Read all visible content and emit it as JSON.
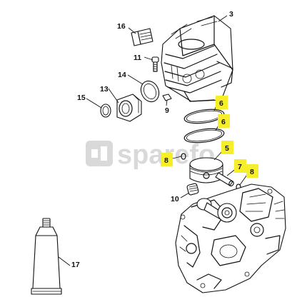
{
  "watermark": {
    "text": "sparefo"
  },
  "callouts": [
    {
      "id": "3",
      "label": "3",
      "highlighted": false
    },
    {
      "id": "16",
      "label": "16",
      "highlighted": false
    },
    {
      "id": "11",
      "label": "11",
      "highlighted": false
    },
    {
      "id": "14",
      "label": "14",
      "highlighted": false
    },
    {
      "id": "13",
      "label": "13",
      "highlighted": false
    },
    {
      "id": "15",
      "label": "15",
      "highlighted": false
    },
    {
      "id": "9",
      "label": "9",
      "highlighted": false
    },
    {
      "id": "6a",
      "label": "6",
      "highlighted": true
    },
    {
      "id": "6b",
      "label": "6",
      "highlighted": true
    },
    {
      "id": "5",
      "label": "5",
      "highlighted": true
    },
    {
      "id": "8a",
      "label": "8",
      "highlighted": true
    },
    {
      "id": "7",
      "label": "7",
      "highlighted": true
    },
    {
      "id": "8b",
      "label": "8",
      "highlighted": true
    },
    {
      "id": "10",
      "label": "10",
      "highlighted": false
    },
    {
      "id": "17",
      "label": "17",
      "highlighted": false
    }
  ],
  "colors": {
    "highlight": "#f6ee2a",
    "line": "#111111",
    "watermark": "#d9d9d9"
  },
  "icons": {
    "watermark_logo": "sparefo-logo-icon"
  }
}
